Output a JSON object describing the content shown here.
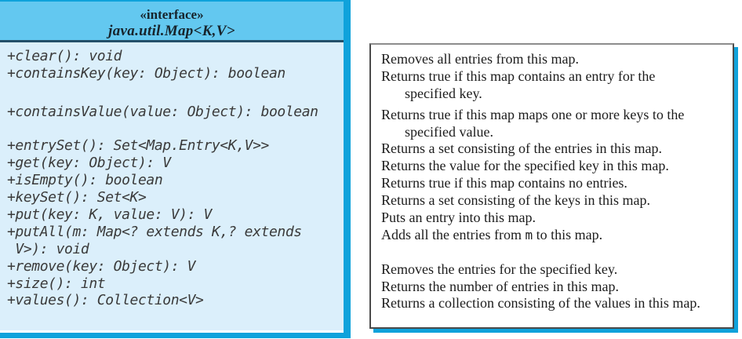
{
  "colors": {
    "header_bg": "#63C8F0",
    "body_bg": "#DBEFFB",
    "accent_cyan": "#0FA2DB",
    "separator": "#24506A",
    "method_text": "#3A3A3A",
    "desc_text": "#1C1C1C",
    "desc_border": "#4A4A4A"
  },
  "uml": {
    "stereotype": "«interface»",
    "class_name": "java.util.Map<K,V>",
    "methods": [
      "+clear(): void",
      "+containsKey(key: Object): boolean",
      "",
      "+containsValue(value: Object): boolean",
      "",
      "+entrySet(): Set<Map.Entry<K,V>>",
      "+get(key: Object): V",
      "+isEmpty(): boolean",
      "+keySet(): Set<K>",
      "+put(key: K, value: V): V",
      "+putAll(m: Map<? extends K,? extends",
      " V>): void",
      "+remove(key: Object): V",
      "+size(): int",
      "+values(): Collection<V>"
    ]
  },
  "desc": {
    "lines": [
      "Removes all entries from this map.",
      "Returns true if this map contains an entry for the",
      "specified key.",
      "Returns true if this map maps one or more keys to the",
      "specified value.",
      "Returns a set consisting of the entries in this map.",
      "Returns the value for the specified key in this map.",
      "Returns true if this map contains no entries.",
      "Returns a set consisting of the keys in this map.",
      "Puts an entry into this map.",
      {
        "pre": "Adds all the entries from ",
        "code": "m",
        "post": " to this map."
      },
      "",
      "Removes the entries for the specified key.",
      "Returns the number of entries in this map.",
      "Returns a collection consisting of the values in this map."
    ]
  }
}
